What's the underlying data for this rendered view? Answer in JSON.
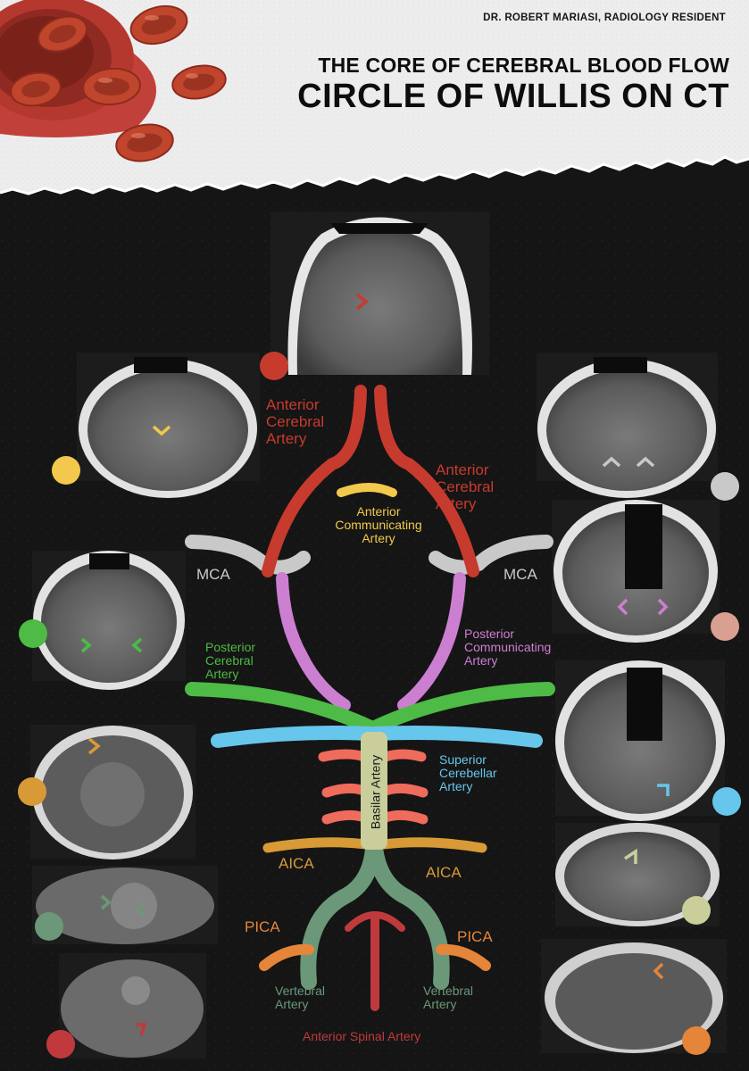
{
  "header": {
    "author": "DR. ROBERT MARIASI, RADIOLOGY RESIDENT",
    "title_line1": "THE CORE OF CEREBRAL BLOOD FLOW",
    "title_line2": "CIRCLE OF WILLIS ON CT"
  },
  "labels": {
    "aca_left": "Anterior\nCerebral\nArtery",
    "aca_right": "Anterior\nCerebral\nArtery",
    "acomm": "Anterior\nCommunicating\nArtery",
    "mca_left": "MCA",
    "mca_right": "MCA",
    "pcomm": "Posterior\nCommunicating\nArtery",
    "pca": "Posterior\nCerebral\nArtery",
    "sca": "Superior\nCerebellar\nArtery",
    "basilar": "Basilar Artery",
    "aica_left": "AICA",
    "aica_right": "AICA",
    "pica_left": "PICA",
    "pica_right": "PICA",
    "vertebral_left": "Vertebral\nArtery",
    "vertebral_right": "Vertebral\nArtery",
    "anterior_spinal": "Anterior Spinal Artery"
  },
  "colors": {
    "aca": "#c73a2e",
    "acomm": "#f2c94c",
    "mca": "#c9c9c9",
    "pcomm": "#cc7fd1",
    "pca": "#4dbb45",
    "sca": "#66c6ec",
    "pontine": "#ef6b5c",
    "basilar": "#c9ce9a",
    "aica": "#d89a37",
    "pica": "#e4853a",
    "vertebral": "#6b9878",
    "anterior_spinal": "#c03a3d"
  },
  "scans": [
    {
      "id": "aca-scan",
      "color": "#c73a2e"
    },
    {
      "id": "acomm-scan",
      "color": "#f2c94c"
    },
    {
      "id": "mca-scan",
      "color": "#c9c9c9"
    },
    {
      "id": "pca-scan",
      "color": "#4dbb45"
    },
    {
      "id": "pcomm-scan",
      "color": "#d9a091"
    },
    {
      "id": "sca-scan",
      "color": "#66c6ec"
    },
    {
      "id": "aica-scan",
      "color": "#d89a37"
    },
    {
      "id": "basilar-scan",
      "color": "#c9ce9a"
    },
    {
      "id": "vertebral-scan",
      "color": "#6b9878"
    },
    {
      "id": "pica-scan",
      "color": "#e4853a"
    },
    {
      "id": "spinal-scan",
      "color": "#c03a3d"
    }
  ]
}
